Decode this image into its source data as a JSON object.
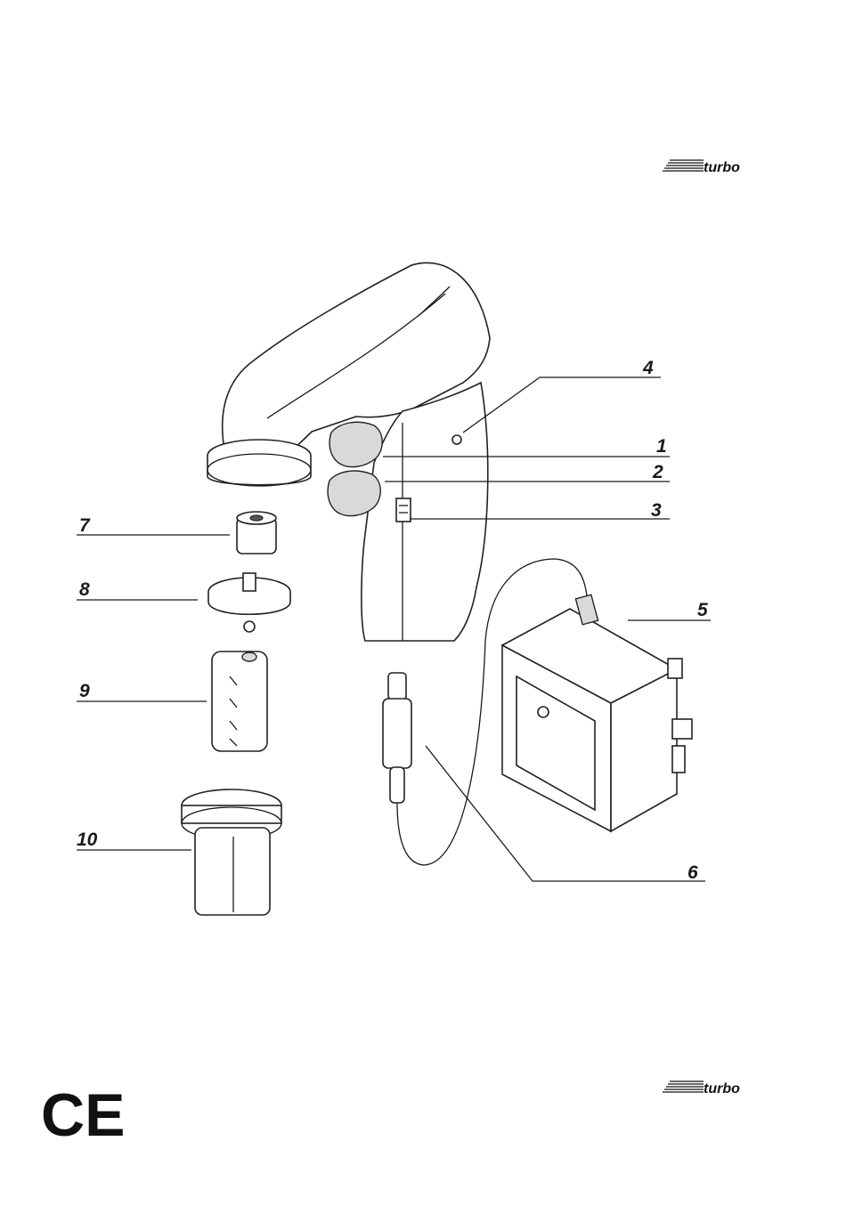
{
  "brand_top": "turbo",
  "brand_bottom": "turbo",
  "ce_mark": "CE",
  "callouts": [
    "1",
    "2",
    "3",
    "4",
    "5",
    "6",
    "7",
    "8",
    "9",
    "10"
  ]
}
